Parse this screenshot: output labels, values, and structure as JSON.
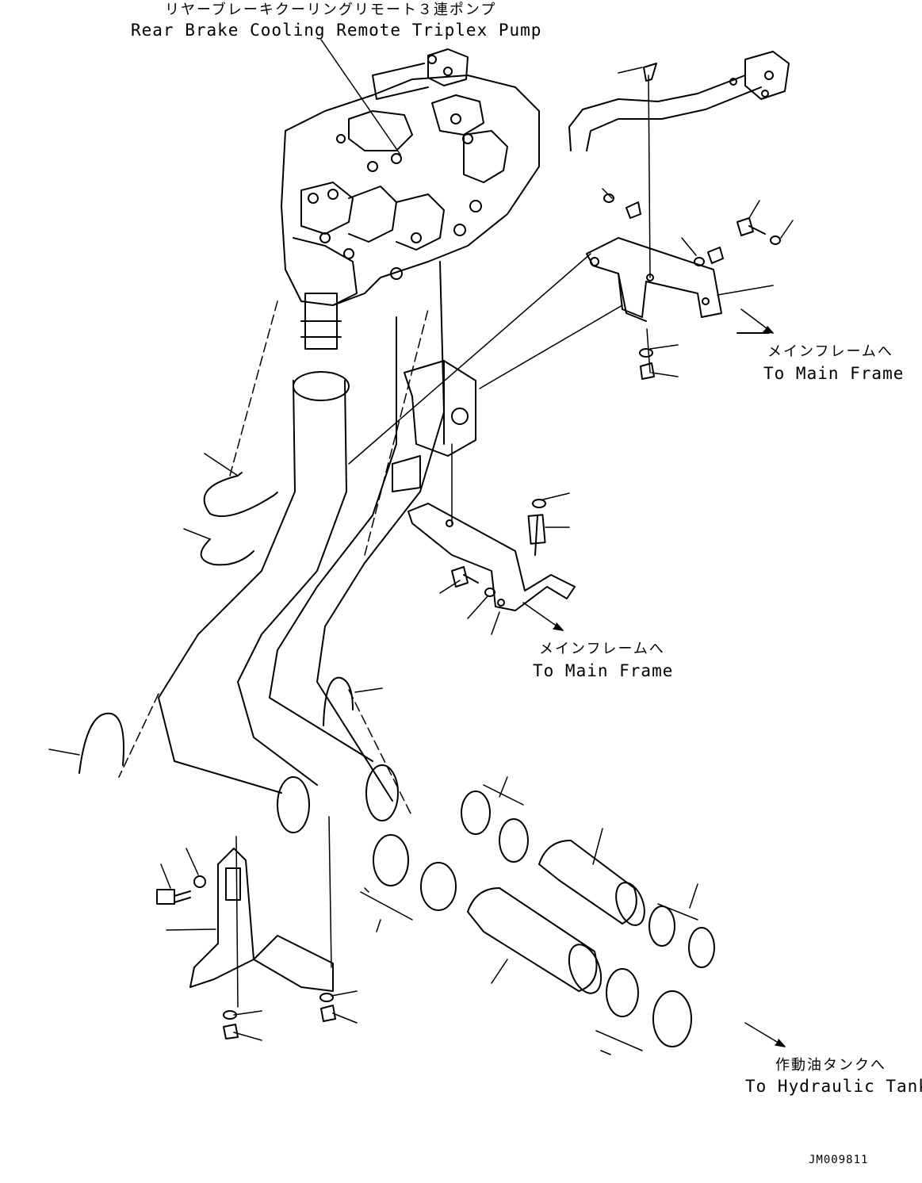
{
  "labels": {
    "pump_jp": "リヤーブレーキクーリングリモート３連ポンプ",
    "pump_en": "Rear Brake Cooling Remote Triplex Pump",
    "main_frame_1_jp": "メインフレームへ",
    "main_frame_1_en": "To Main Frame",
    "main_frame_2_jp": "メインフレームへ",
    "main_frame_2_en": "To Main Frame",
    "tank_jp": "作動油タンクへ",
    "tank_en": "To Hydraulic Tank",
    "drawing_code": "JM009811"
  },
  "colors": {
    "line": "#000000",
    "background": "#ffffff"
  }
}
